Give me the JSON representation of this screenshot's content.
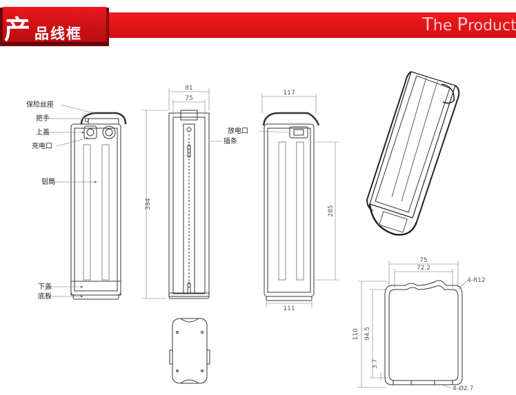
{
  "header": {
    "title_big": "产",
    "title_small": "品线框",
    "subtitle_cap1": "T",
    "subtitle_rest1": "he ",
    "subtitle_cap2": "P",
    "subtitle_rest2": "roduct s"
  },
  "labels": {
    "fuse_holder": "保险丝座",
    "handle": "把手",
    "top_cover": "上盖",
    "charge_port": "充电口",
    "aluminum_tube": "铝筒",
    "bottom_cover": "下盖",
    "base_plate": "底板",
    "discharge_port": "放电口",
    "insert_strip": "插条"
  },
  "dimensions": {
    "side_width_outer": "81",
    "side_width_inner": "75",
    "height_total": "394",
    "front_width_top": "117",
    "front_height_inner": "285",
    "front_width_bottom": "111",
    "section_width_outer": "75",
    "section_width_inner": "72.2",
    "section_radius": "4-R12",
    "section_height_outer": "110",
    "section_height_inner": "94.5",
    "section_small": "3.7",
    "section_hole": "4-Ø2.7"
  },
  "colors": {
    "header_red": "#e8141b",
    "header_dark": "#7d0a0d"
  }
}
